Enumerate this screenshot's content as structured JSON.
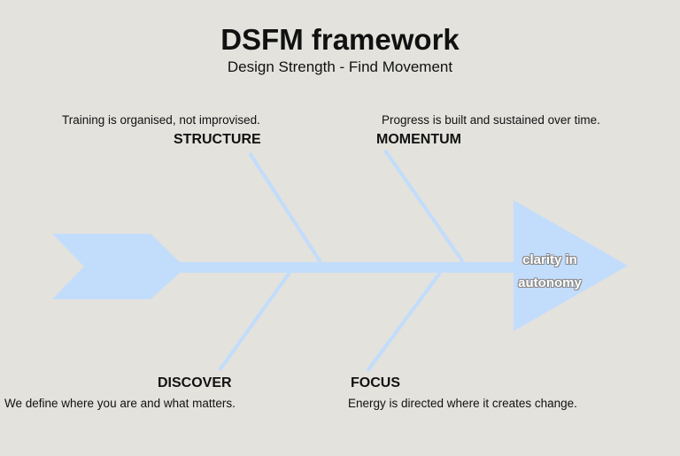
{
  "title": "DSFM framework",
  "subtitle": "Design Strength - Find Movement",
  "colors": {
    "background": "#e3e2dd",
    "shape": "#c2dcfc"
  },
  "outcome": "clarity in autonomy",
  "branches": [
    {
      "label": "STRUCTURE",
      "description": "Training is organised, not improvised."
    },
    {
      "label": "MOMENTUM",
      "description": "Progress is built and sustained over time."
    },
    {
      "label": "DISCOVER",
      "description": "We define where you are and what matters."
    },
    {
      "label": "FOCUS",
      "description": "Energy is directed where it creates change."
    }
  ]
}
